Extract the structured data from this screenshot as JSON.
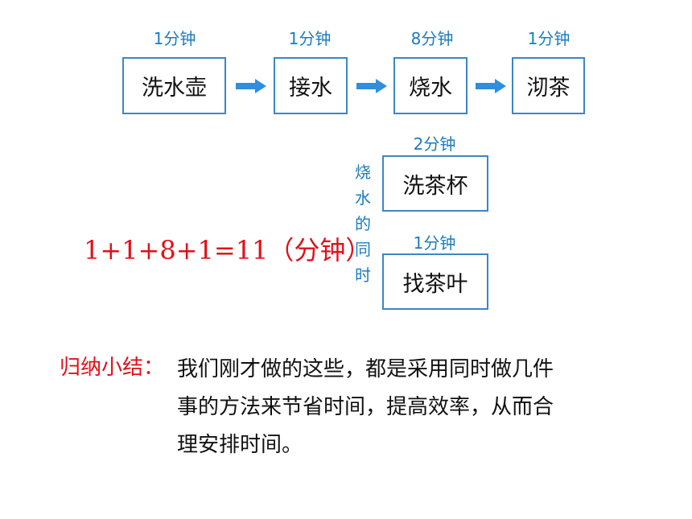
{
  "flow": {
    "steps": [
      {
        "label": "洗水壶",
        "time": "1分钟"
      },
      {
        "label": "接水",
        "time": "1分钟"
      },
      {
        "label": "烧水",
        "time": "8分钟"
      },
      {
        "label": "沏茶",
        "time": "1分钟"
      }
    ]
  },
  "parallel": {
    "side_label": [
      "烧",
      "水",
      "的",
      "同",
      "时"
    ],
    "tasks": [
      {
        "label": "洗茶杯",
        "time": "2分钟"
      },
      {
        "label": "找茶叶",
        "time": "1分钟"
      }
    ]
  },
  "formula": "1+1+8+1=11（分钟）",
  "summary": {
    "label": "归纳小结：",
    "lines": [
      "我们刚才做的这些，都是采用同时做几件",
      "事的方法来节省时间，提高效率，从而合",
      "理安排时间。"
    ]
  },
  "colors": {
    "accent_blue": "#1a7cc0",
    "box_border": "#3b86c8",
    "arrow": "#2e8ee0",
    "highlight_red": "#e0101a"
  }
}
